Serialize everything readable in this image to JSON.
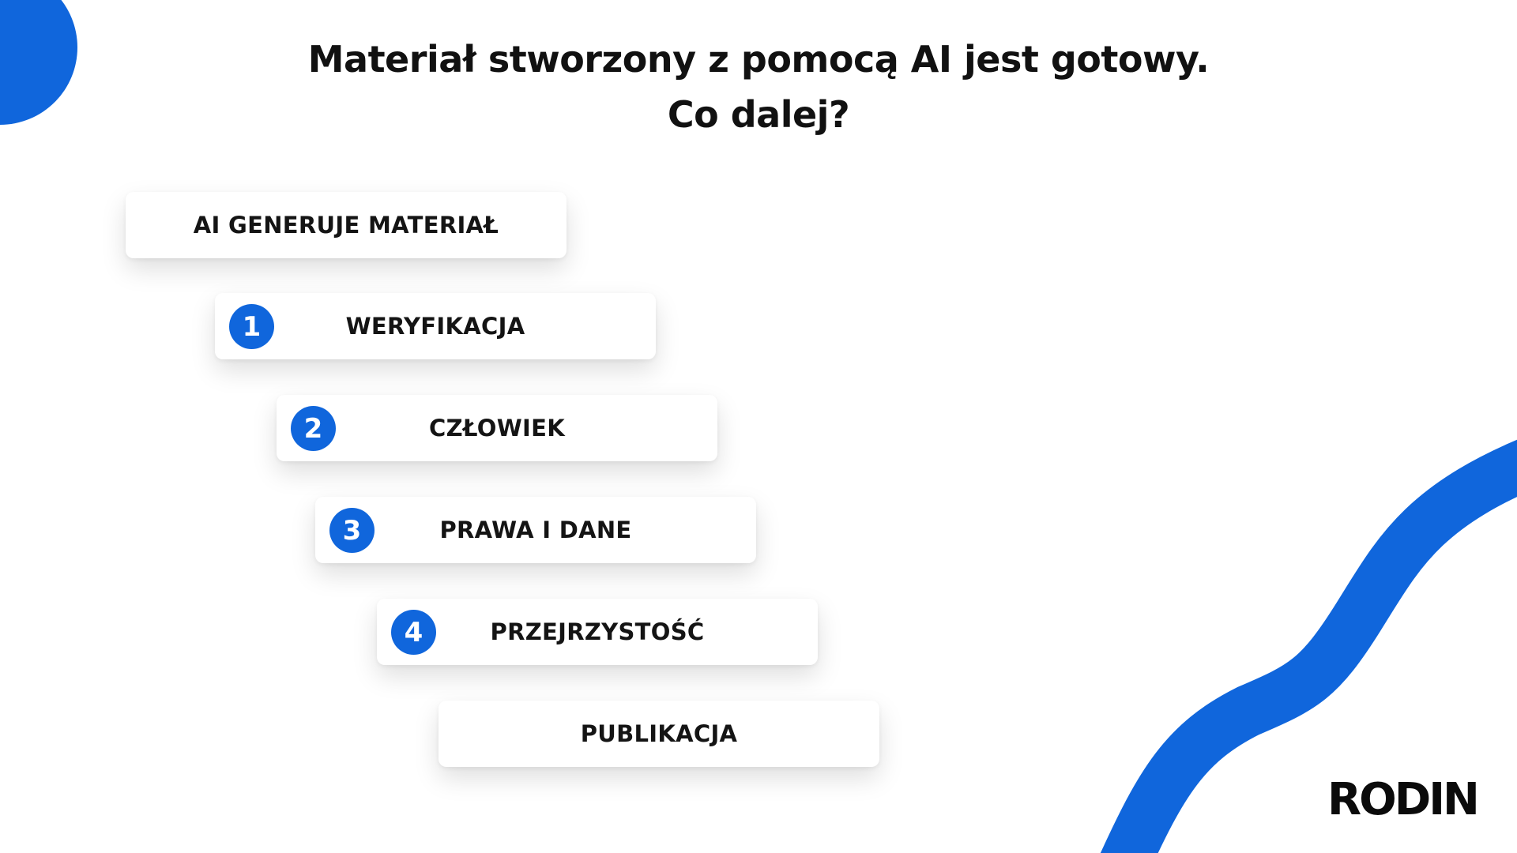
{
  "title": {
    "line1": "Materiał stworzony z pomocą AI jest gotowy.",
    "line2": "Co dalej?"
  },
  "steps": [
    {
      "label": "AI GENERUJE MATERIAŁ",
      "number": ""
    },
    {
      "label": "WERYFIKACJA",
      "number": "1"
    },
    {
      "label": "CZŁOWIEK",
      "number": "2"
    },
    {
      "label": "PRAWA I DANE",
      "number": "3"
    },
    {
      "label": "PRZEJRZYSTOŚĆ",
      "number": "4"
    },
    {
      "label": "PUBLIKACJA",
      "number": ""
    }
  ],
  "logo": "RODIN",
  "colors": {
    "accent": "#1066dc",
    "text": "#111111",
    "background": "#ffffff"
  }
}
